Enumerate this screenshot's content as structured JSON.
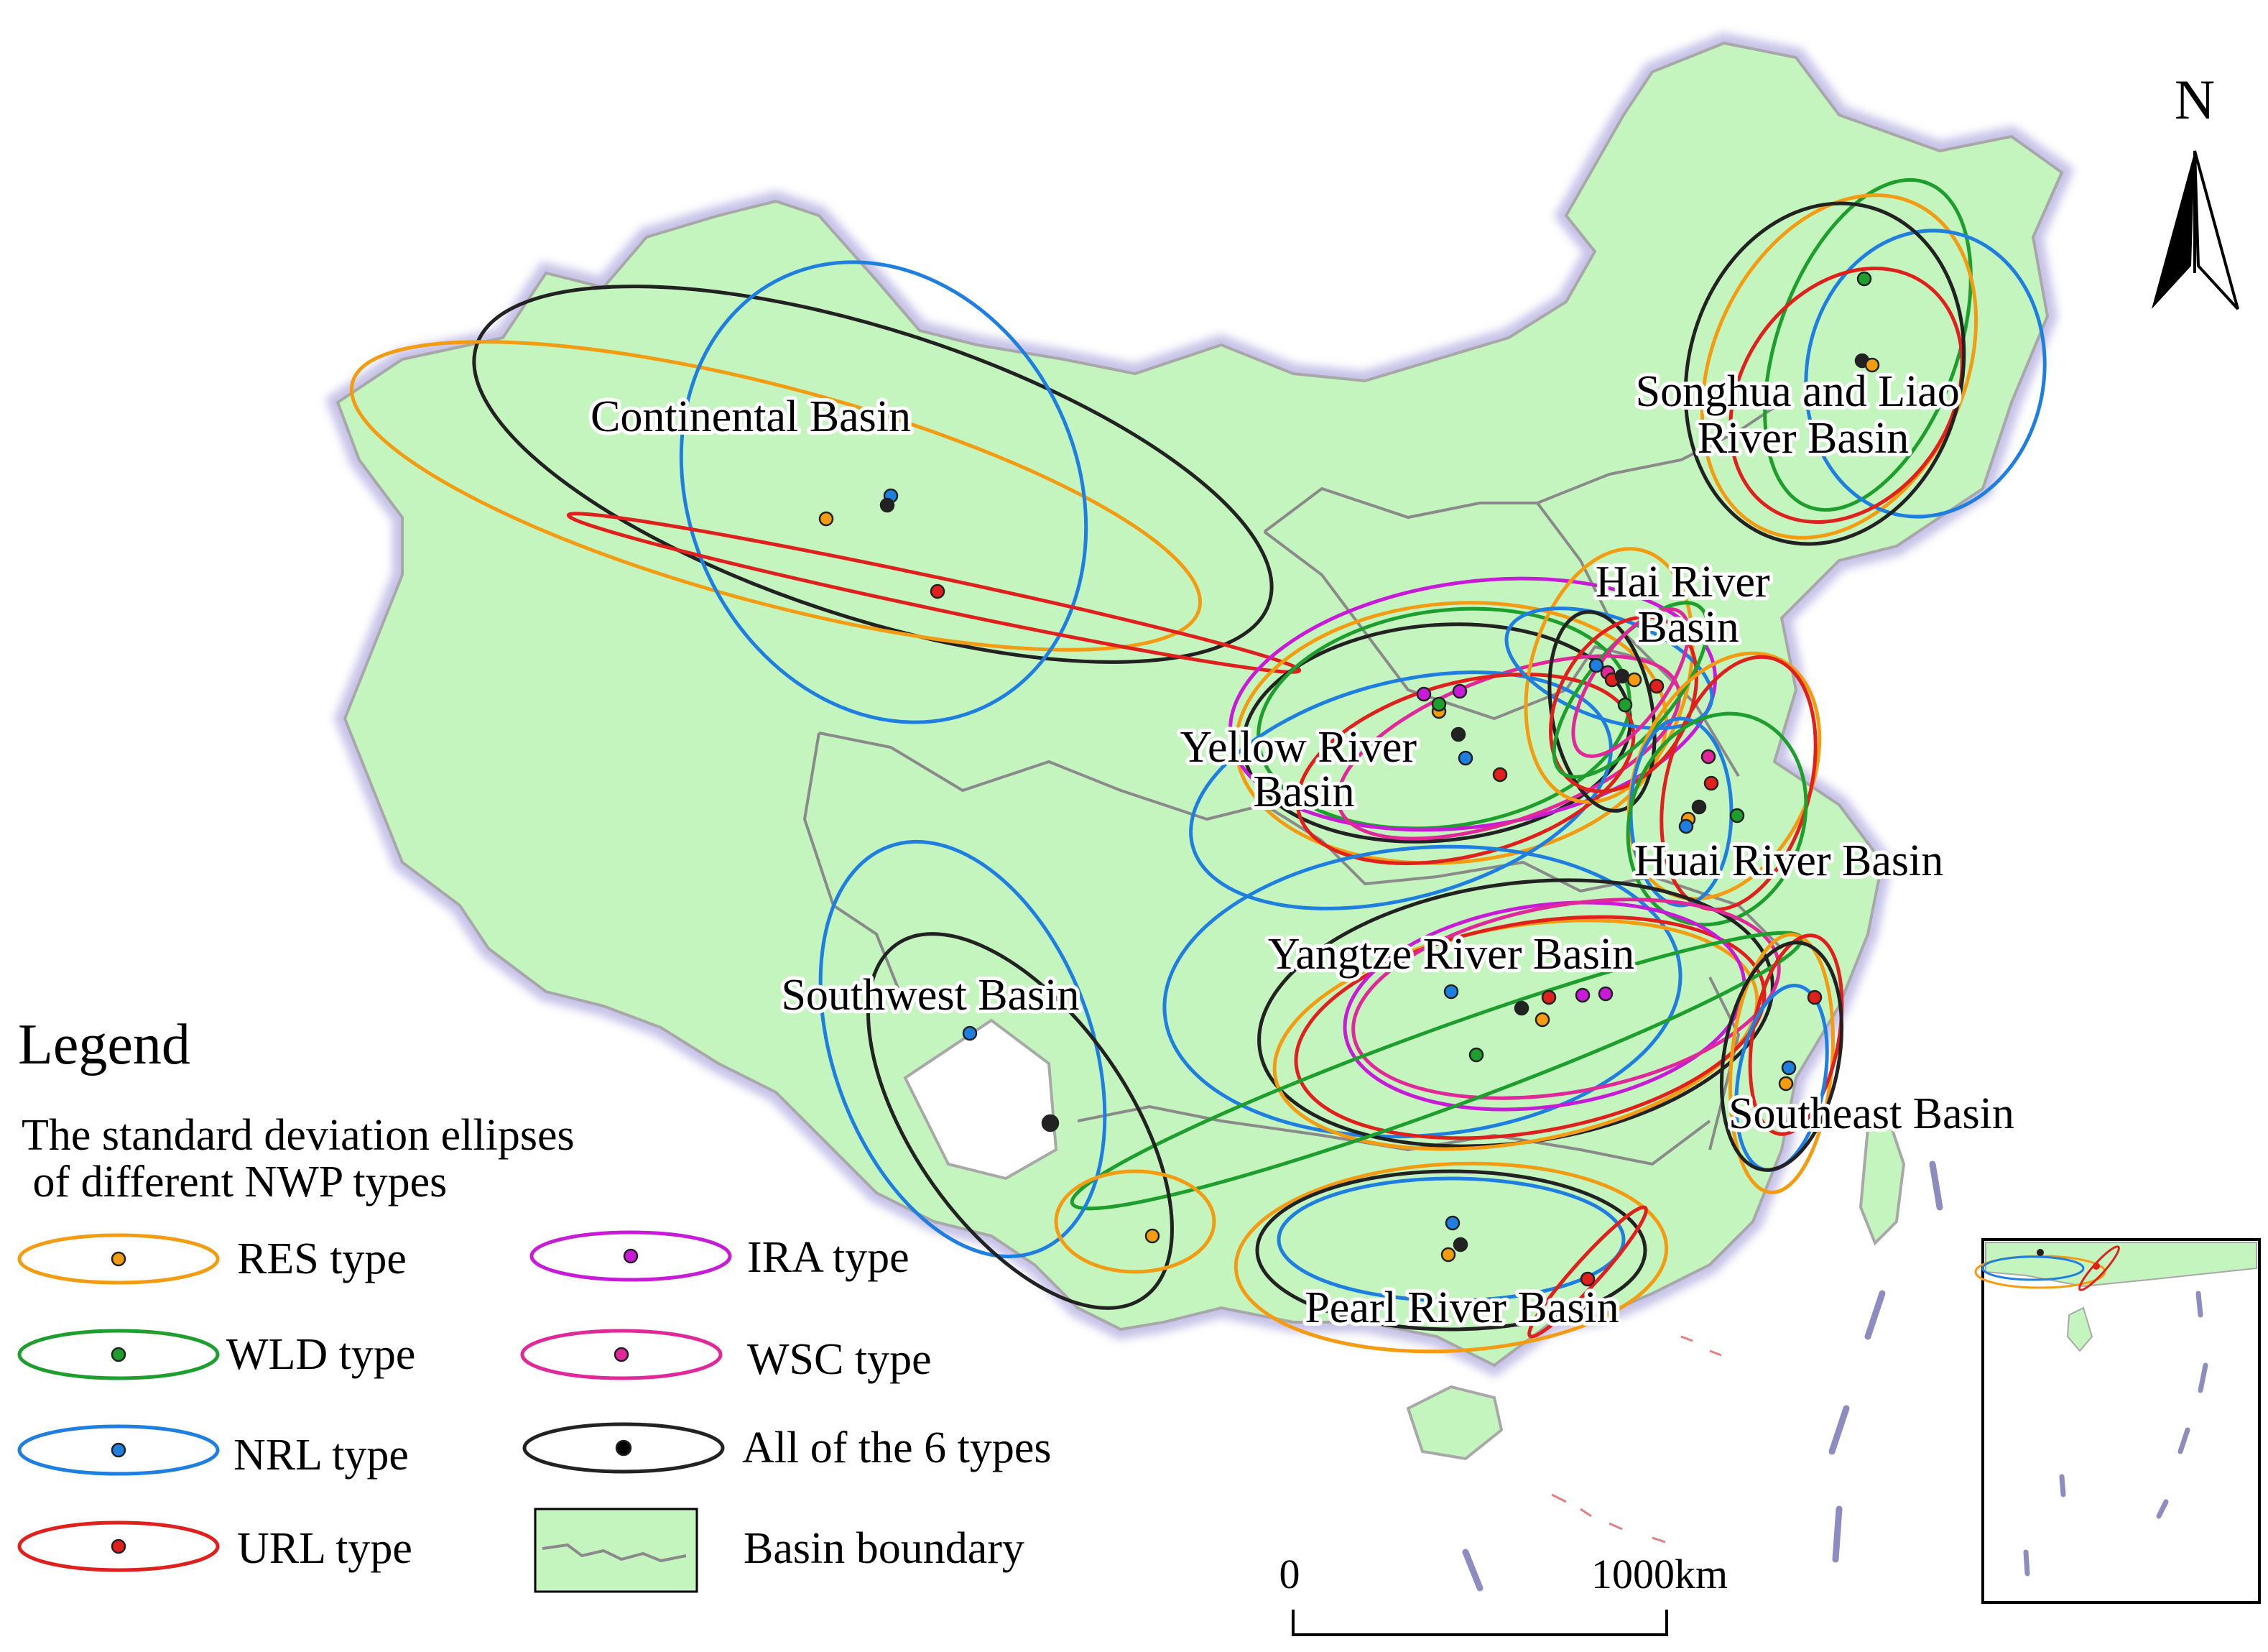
{
  "north": {
    "label": "N"
  },
  "basins": [
    {
      "id": "continental",
      "label_lines": [
        "Continental Basin"
      ]
    },
    {
      "id": "songhua-liao",
      "label_lines": [
        "Songhua and Liao",
        "River Basin"
      ]
    },
    {
      "id": "hai",
      "label_lines": [
        "Hai River",
        "Basin"
      ]
    },
    {
      "id": "yellow",
      "label_lines": [
        "Yellow River",
        "Basin"
      ]
    },
    {
      "id": "huai",
      "label_lines": [
        "Huai River Basin"
      ]
    },
    {
      "id": "yangtze",
      "label_lines": [
        "Yangtze River Basin"
      ]
    },
    {
      "id": "southwest",
      "label_lines": [
        "Southwest Basin"
      ]
    },
    {
      "id": "southeast",
      "label_lines": [
        "Southeast Basin"
      ]
    },
    {
      "id": "pearl",
      "label_lines": [
        "Pearl River Basin"
      ]
    }
  ],
  "legend": {
    "title": "Legend",
    "subtitle_lines": [
      "The standard deviation ellipses",
      " of different NWP types"
    ],
    "items": [
      {
        "key": "RES",
        "label": "RES type",
        "color": "#f39c12"
      },
      {
        "key": "WLD",
        "label": "WLD type",
        "color": "#1e9e2c"
      },
      {
        "key": "NRL",
        "label": "NRL type",
        "color": "#1e7fe0"
      },
      {
        "key": "URL",
        "label": "URL type",
        "color": "#e0201c"
      },
      {
        "key": "IRA",
        "label": "IRA type",
        "color": "#c71bd8"
      },
      {
        "key": "WSC",
        "label": "WSC type",
        "color": "#e0289a"
      },
      {
        "key": "ALL",
        "label": "All of the 6 types",
        "color": "#222222"
      }
    ],
    "basin_boundary_label": "Basin boundary"
  },
  "scale_bar": {
    "start_label": "0",
    "end_label": "1000km"
  },
  "colors": {
    "land": "#c5f5be",
    "boundary": "#8a8a8a",
    "halo": "#c7c3e8"
  }
}
